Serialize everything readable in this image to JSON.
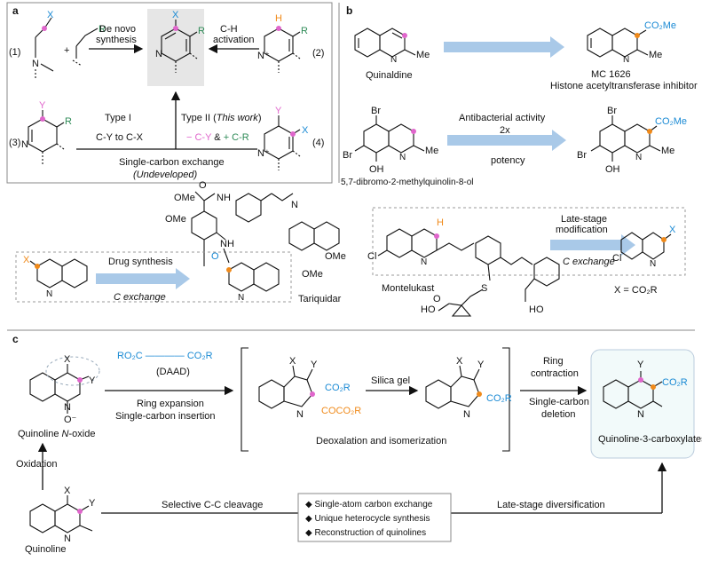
{
  "panels": {
    "a": "a",
    "b": "b",
    "c": "c"
  },
  "panel_a": {
    "lab1": "(1)",
    "lab2": "(2)",
    "lab3": "(3)",
    "lab4": "(4)",
    "plus": "+",
    "de_novo_1": "De novo",
    "de_novo_2": "synthesis",
    "ch_1": "C-H",
    "ch_2": "activation",
    "type1": "Type I",
    "cy_to_cx": "C-Y to C-X",
    "type2_a": "Type II (",
    "type2_b": "This work",
    "type2_c": ")",
    "minus_cy": "− C-Y",
    "amp": " & ",
    "plus_cr": "+ C-R",
    "single_carbon": "Single-carbon exchange",
    "undeveloped": "(Undeveloped)",
    "X": "X",
    "R": "R",
    "H": "H",
    "Y": "Y",
    "N": "N",
    "Nplus": "N⁺"
  },
  "panel_b": {
    "quinaldine": "Quinaldine",
    "me": "Me",
    "co2me": "CO₂Me",
    "mc1626": "MC 1626",
    "hat": "Histone acetyltransferase inhibitor",
    "antibacterial": "Antibacterial activity",
    "fold": "2x",
    "potency": "potency",
    "dibromo": "5,7-dibromo-2-methylquinolin-8-ol",
    "br": "Br",
    "oh": "OH",
    "n": "N"
  },
  "middle": {
    "ome": "OMe",
    "nh": "NH",
    "o": "O",
    "n": "N",
    "drug_synthesis": "Drug synthesis",
    "c_exchange": "C exchange",
    "tariquidar": "Tariquidar",
    "late_stage_1": "Late-stage",
    "late_stage_2": "modification",
    "montelukast": "Montelukast",
    "x_eq": "X = CO₂R",
    "cl": "Cl",
    "s": "S",
    "ho": "HO",
    "x": "X",
    "h": "H"
  },
  "panel_c": {
    "daad_formula": "RO₂C ———— CO₂R",
    "daad": "(DAAD)",
    "ring_expansion": "Ring expansion",
    "single_insertion": "Single-carbon insertion",
    "silica": "Silica gel",
    "deoxalation": "Deoxalation and isomerization",
    "ring_contraction_1": "Ring",
    "ring_contraction_2": "contraction",
    "single_deletion_1": "Single-carbon",
    "single_deletion_2": "deletion",
    "quinoline_n_oxide_a": "Quinoline ",
    "quinoline_n_oxide_b": "N",
    "quinoline_n_oxide_c": "-oxide",
    "oxidation": "Oxidation",
    "quinoline": "Quinoline",
    "selective": "Selective C-C cleavage",
    "late_div": "Late-stage diversification",
    "bullets": [
      "Single-atom carbon exchange",
      "Unique heterocycle synthesis",
      "Reconstruction of quinolines"
    ],
    "product": "Quinoline-3-carboxylates",
    "co2r": "CO₂R",
    "coco2r": "COCO₂R",
    "x": "X",
    "y": "Y",
    "n": "N",
    "o_minus": "O⁻"
  },
  "colors": {
    "arrow_blue": "#a9c9e8",
    "accent_blue": "#1a8ad4",
    "accent_orange": "#f08a1a",
    "accent_pink": "#e066cc",
    "accent_green": "#2e8b57"
  }
}
